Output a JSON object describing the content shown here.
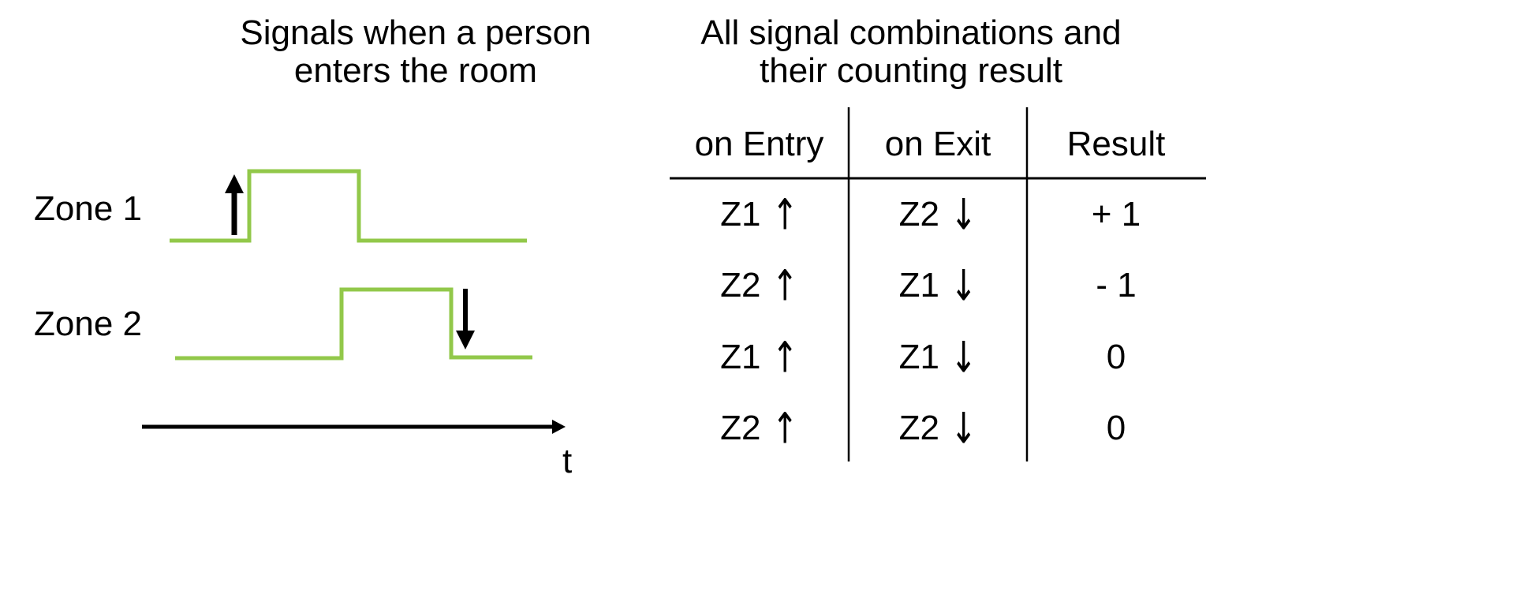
{
  "left_panel": {
    "title_line1": "Signals when a person",
    "title_line2": "enters the room",
    "zones": [
      {
        "label": "Zone 1",
        "edge_marker": "rising-edge-arrow"
      },
      {
        "label": "Zone 2",
        "edge_marker": "falling-edge-arrow"
      }
    ],
    "time_axis_label": "t",
    "signal_color": "#92c84a"
  },
  "right_panel": {
    "title_line1": "All signal combinations and",
    "title_line2": "their counting result",
    "table": {
      "headers": [
        "on Entry",
        "on Exit",
        "Result"
      ],
      "rows": [
        {
          "entry_zone": "Z1",
          "entry_arrow": "↑",
          "exit_zone": "Z2",
          "exit_arrow": "↓",
          "result": "+ 1"
        },
        {
          "entry_zone": "Z2",
          "entry_arrow": "↑",
          "exit_zone": "Z1",
          "exit_arrow": "↓",
          "result": "- 1"
        },
        {
          "entry_zone": "Z1",
          "entry_arrow": "↑",
          "exit_zone": "Z1",
          "exit_arrow": "↓",
          "result": "0"
        },
        {
          "entry_zone": "Z2",
          "entry_arrow": "↑",
          "exit_zone": "Z2",
          "exit_arrow": "↓",
          "result": "0"
        }
      ]
    }
  }
}
